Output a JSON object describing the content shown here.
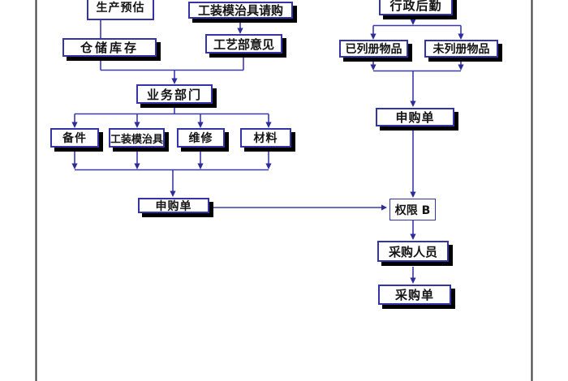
{
  "colors": {
    "background": "#ffffff",
    "box_fill": "#ffffff",
    "box_border": "#3434a6",
    "connector_line": "#3a3aae",
    "arrowhead": "#2d2d99",
    "box_shadow": "#000000",
    "page_frame_line": "#3e3e3e"
  },
  "flowchart": {
    "nodes": {
      "production_estimate": {
        "label": "生产预估"
      },
      "tooling_purchase_request": {
        "label": "工装模治具请购"
      },
      "admin_logistics": {
        "label": "行政后勤"
      },
      "warehouse_inventory": {
        "label": "仓储库存"
      },
      "process_dept_opinion": {
        "label": "工艺部意见"
      },
      "listed_items": {
        "label": "已列册物品"
      },
      "unlisted_items": {
        "label": "未列册物品"
      },
      "business_department": {
        "label": "业务部门"
      },
      "spare_parts": {
        "label": "备件"
      },
      "tooling": {
        "label": "工装模治具"
      },
      "maintenance": {
        "label": "维修"
      },
      "materials": {
        "label": "材料"
      },
      "requisition_left": {
        "label": "申购单"
      },
      "requisition_right": {
        "label": "申购单"
      },
      "authority_b": {
        "label": "权限 B"
      },
      "purchasing_staff": {
        "label": "采购人员"
      },
      "purchase_order": {
        "label": "采购单"
      }
    }
  }
}
